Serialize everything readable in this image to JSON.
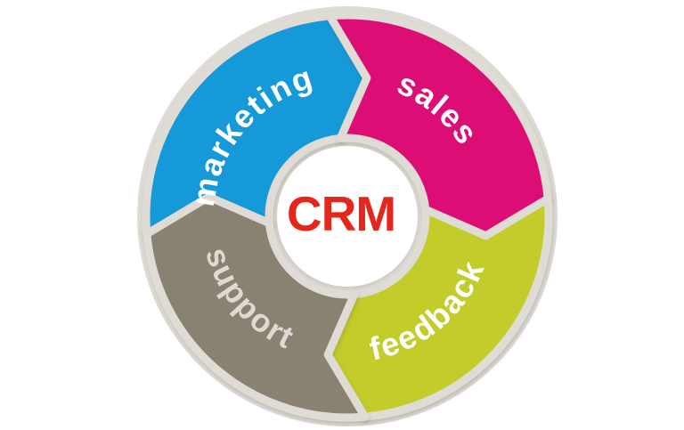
{
  "diagram": {
    "type": "cycle",
    "title": "CRM",
    "title_color": "#E5261C",
    "canvas_background": "#FFFFFF",
    "disc_color": "#DFDCD5",
    "center_circle_color": "#FFFFFF",
    "flow_direction": "clockwise",
    "cycle_order": [
      "marketing",
      "sales",
      "feedback",
      "support"
    ],
    "segments": [
      {
        "label": "marketing",
        "color": "#1699D8",
        "label_color": "#FFFFFF",
        "position": "top-left"
      },
      {
        "label": "sales",
        "color": "#DD1176",
        "label_color": "#FFFFFF",
        "position": "top-right"
      },
      {
        "label": "feedback",
        "color": "#C3CC29",
        "label_color": "#FFFFFF",
        "position": "bottom-right"
      },
      {
        "label": "support",
        "color": "#898172",
        "label_color": "#DEDAD2",
        "position": "bottom-left"
      }
    ]
  }
}
